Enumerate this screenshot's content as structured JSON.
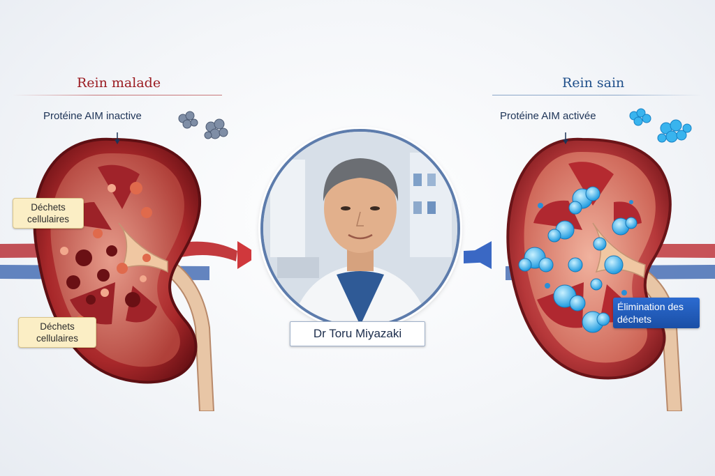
{
  "left_panel": {
    "title": "Rein malade",
    "protein_label": "Protéine AIM inactive",
    "tags": [
      "Déchets cellulaires",
      "Déchets cellulaires"
    ],
    "accent": "#9b1c22"
  },
  "right_panel": {
    "title": "Rein sain",
    "protein_label": "Protéine AIM activée",
    "elimination_label": "Élimination des déchets",
    "accent": "#1f4f8a"
  },
  "center": {
    "name": "Dr Toru Miyazaki"
  },
  "icons": [
    "kidney-diseased-icon",
    "kidney-healthy-icon",
    "protein-cluster-icon",
    "arrow-right-icon",
    "arrow-left-icon",
    "scientist-portrait"
  ]
}
